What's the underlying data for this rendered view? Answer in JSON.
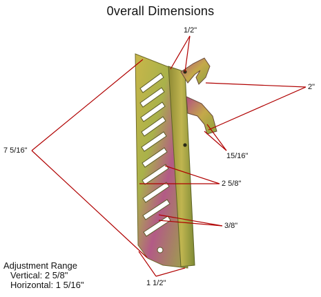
{
  "title": "0verall Dimensions",
  "colors": {
    "leader_line": "#b00000",
    "bracket_gold": "#b8a23a",
    "bracket_green": "#8fa63e",
    "bracket_magenta": "#b04a7a",
    "text": "#111111"
  },
  "dimensions": {
    "half_inch": "1/2\"",
    "two_inch": "2\"",
    "seven_five_sixteenths": "7 5/16\"",
    "fifteen_sixteenths": "15/16\"",
    "two_five_eighths": "2 5/8\"",
    "three_eighths": "3/8\"",
    "one_and_half": "1 1/2\""
  },
  "adjustment": {
    "heading": "Adjustment Range",
    "vertical": "Vertical: 2  5/8\"",
    "horizontal": "Horizontal: 1  5/16\""
  }
}
